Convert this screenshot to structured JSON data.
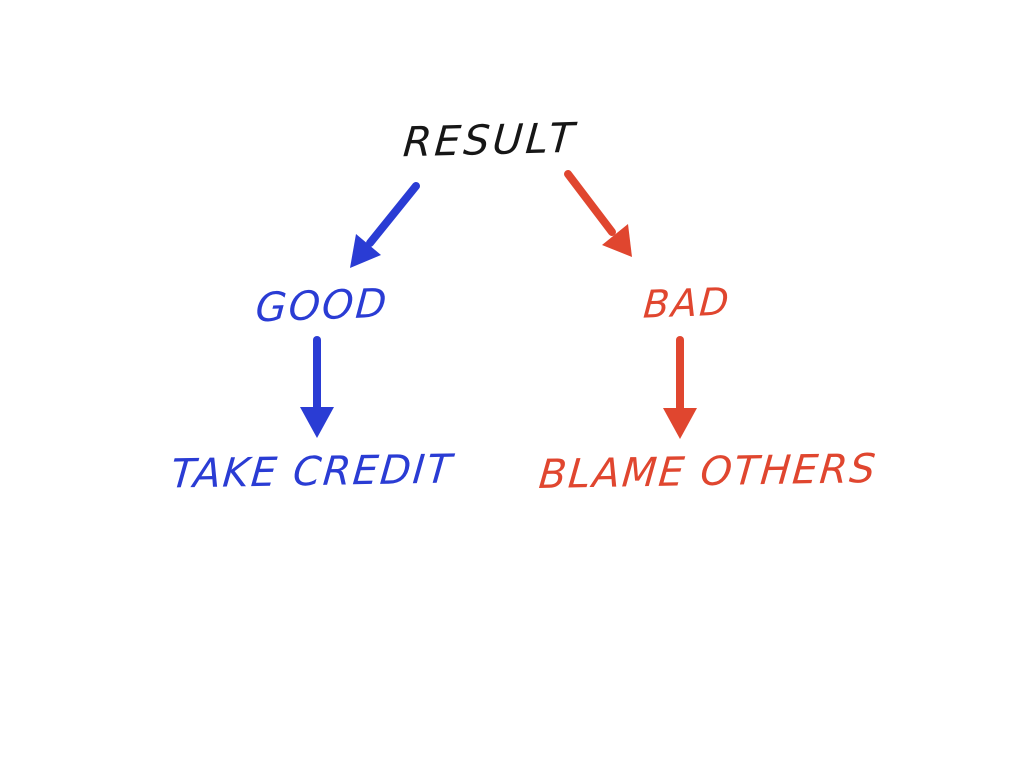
{
  "diagram": {
    "type": "flowchart",
    "root": {
      "label": "RESULT"
    },
    "branches": [
      {
        "id": "good",
        "node_label": "GOOD",
        "outcome_label": "TAKE CREDIT",
        "color": "#2a3cd4"
      },
      {
        "id": "bad",
        "node_label": "BAD",
        "outcome_label": "BLAME OTHERS",
        "color": "#e0462f"
      }
    ],
    "edges": [
      {
        "from": "RESULT",
        "to": "GOOD",
        "style": "diagonal-arrow",
        "color": "#2a3cd4"
      },
      {
        "from": "RESULT",
        "to": "BAD",
        "style": "diagonal-arrow",
        "color": "#e0462f"
      },
      {
        "from": "GOOD",
        "to": "TAKE CREDIT",
        "style": "vertical-arrow",
        "color": "#2a3cd4"
      },
      {
        "from": "BAD",
        "to": "BLAME OTHERS",
        "style": "vertical-arrow",
        "color": "#e0462f"
      }
    ]
  },
  "colors": {
    "background": "#ffffff",
    "title": "#161616",
    "good-branch": "#2a3cd4",
    "bad-branch": "#e0462f"
  }
}
